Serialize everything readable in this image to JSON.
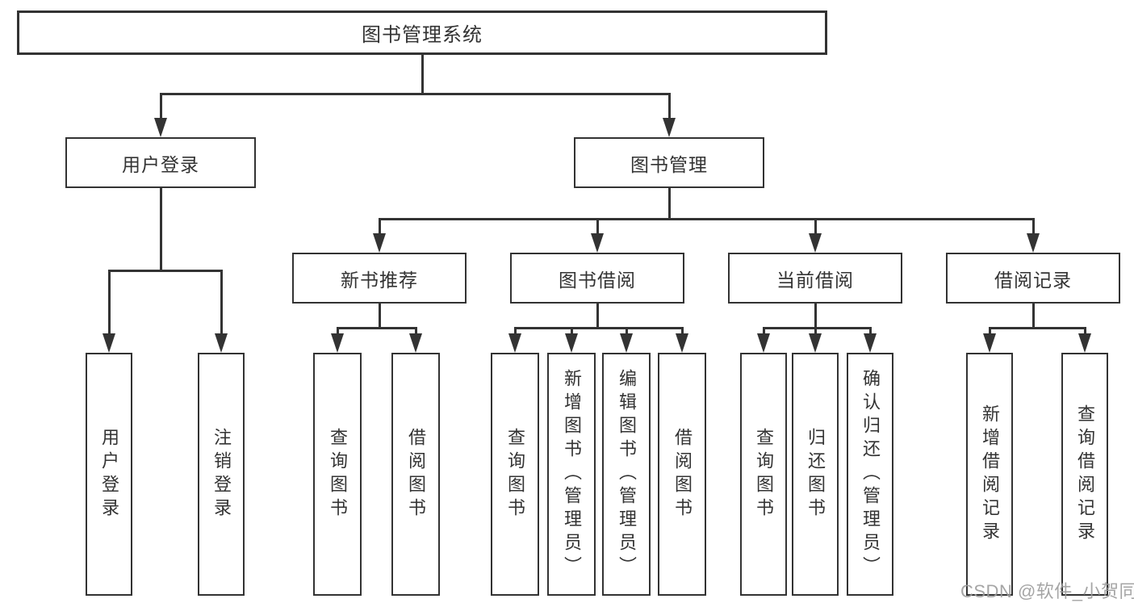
{
  "diagram": {
    "type": "hierarchy-tree",
    "title": "图书管理系统"
  },
  "nodes": {
    "root": "图书管理系统",
    "level2": {
      "user_login": "用户登录",
      "book_management": "图书管理"
    },
    "level3": {
      "new_book_recommendation": "新书推荐",
      "book_borrowing": "图书借阅",
      "current_borrowing": "当前借阅",
      "borrowing_records": "借阅记录"
    },
    "leaves": {
      "user_login": "用户登录",
      "logout": "注销登录",
      "rec_query_books": "查询图书",
      "rec_borrow_books": "借阅图书",
      "bb_query_books": "查询图书",
      "bb_add_books_admin": "新增图书（管理员）",
      "bb_edit_books_admin": "编辑图书（管理员）",
      "bb_borrow_books": "借阅图书",
      "cb_query_books": "查询图书",
      "cb_return_books": "归还图书",
      "cb_confirm_return_admin": "确认归还（管理员）",
      "br_add_borrow_record": "新增借阅记录",
      "br_query_borrow_record": "查询借阅记录"
    },
    "edges": [
      "图书管理系统->用户登录",
      "图书管理系统->图书管理",
      "用户登录->用户登录(叶)",
      "用户登录->注销登录",
      "图书管理->新书推荐",
      "图书管理->图书借阅",
      "图书管理->当前借阅",
      "图书管理->借阅记录",
      "新书推荐->查询图书",
      "新书推荐->借阅图书",
      "图书借阅->查询图书",
      "图书借阅->新增图书（管理员）",
      "图书借阅->编辑图书（管理员）",
      "图书借阅->借阅图书",
      "当前借阅->查询图书",
      "当前借阅->归还图书",
      "当前借阅->确认归还（管理员）",
      "借阅记录->新增借阅记录",
      "借阅记录->查询借阅记录"
    ]
  },
  "watermark": "CSDN @软件_小贺同学",
  "colors": {
    "line": "#333333",
    "text": "#333333",
    "box_background": "#ffffff",
    "page_background": "#ffffff",
    "watermark": "#9b9b9b"
  }
}
